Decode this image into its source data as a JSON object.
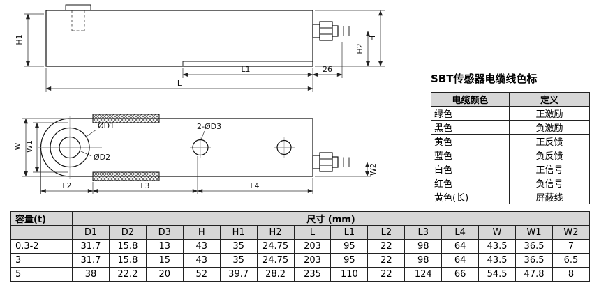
{
  "side_view": {
    "labels": {
      "h1": "H1",
      "h2": "H2",
      "h": "H",
      "l1": "L1",
      "l": "L",
      "gland_len": "26"
    }
  },
  "top_view": {
    "labels": {
      "w": "W",
      "w1": "W1",
      "w2": "W2",
      "l2": "L2",
      "l3": "L3",
      "l4": "L4",
      "d1": "ØD1",
      "d2": "ØD2",
      "d3": "2-ØD3"
    }
  },
  "cable_table": {
    "title": "SBT传感器电缆线色标",
    "headers": [
      "电缆颜色",
      "定义"
    ],
    "rows": [
      [
        "绿色",
        "正激励"
      ],
      [
        "黑色",
        "负激励"
      ],
      [
        "黄色",
        "正反馈"
      ],
      [
        "蓝色",
        "负反馈"
      ],
      [
        "白色",
        "正信号"
      ],
      [
        "红色",
        "负信号"
      ],
      [
        "黄色(长)",
        "屏蔽线"
      ]
    ]
  },
  "dim_table": {
    "capacity_header": "容量(t)",
    "size_header": "尺寸 (mm)",
    "columns": [
      "D1",
      "D2",
      "D3",
      "H",
      "H1",
      "H2",
      "L",
      "L1",
      "L2",
      "L3",
      "L4",
      "W",
      "W1",
      "W2"
    ],
    "rows": [
      {
        "capacity": "0.3-2",
        "values": [
          "31.7",
          "15.8",
          "13",
          "43",
          "35",
          "24.75",
          "203",
          "95",
          "22",
          "98",
          "64",
          "43.5",
          "36.5",
          "7"
        ]
      },
      {
        "capacity": "3",
        "values": [
          "31.7",
          "15.8",
          "15",
          "43",
          "35",
          "24.75",
          "203",
          "95",
          "22",
          "98",
          "64",
          "43.5",
          "36.5",
          "6.5"
        ]
      },
      {
        "capacity": "5",
        "values": [
          "38",
          "22.2",
          "20",
          "52",
          "39.7",
          "28.2",
          "235",
          "110",
          "22",
          "124",
          "66",
          "54.5",
          "47.8",
          "8"
        ]
      }
    ]
  },
  "colors": {
    "table_header_bg": "#d7d7d7",
    "border": "#222222",
    "drawing_line": "#111111"
  }
}
